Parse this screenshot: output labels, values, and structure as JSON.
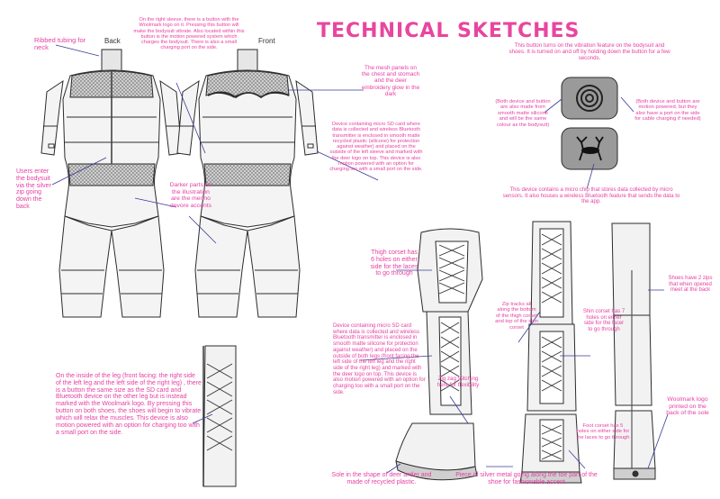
{
  "title": "TECHNICAL SKETCHES",
  "views": {
    "back": "Back",
    "front": "Front"
  },
  "notes": {
    "ribbed_tubing": "Ribbed tubing for neck",
    "right_sleeve": "On the right sleeve, there is a button with the Woolmark logo on it. Pressing this button will make the bodysuit vibrate. Also located within this button is the motion powered system which charges the bodysuit. There is also a small charging port on the side.",
    "mesh_panels": "The mesh panels on the chest and stomach and the deer embroidery glow in the dark",
    "device_sd_sleeve": "Device containing micro SD card where data is collected and wireless Bluetooth transmitter is enclosed in smooth matte recycled plastic (silicone) for protection against weather) and placed on the outside of the left sleeve and marked with the deer logo on top. This device is also motion powered with an option for charging too with a small port on the side.",
    "users_enter": "Users enter the bodysuit via the silver zip going down the back",
    "darker_parts": "Darker parts on the illustration are the merino devore accents",
    "vibration_button": "This button turns on the vibration feature on the bodysuit and shoes. It is turned on and off by holding down the button for a few seconds.",
    "both_devices_left": "(Both device and button are also made from smooth matte silicone and will be the same colour as the bodysuit)",
    "both_devices_right": "(Both device and button are motion powered, but they also have a port on the side for cable charging if needed)",
    "micro_chip": "This device contains a micro chip that stores data collected by micro sensors. It also houses a wireless Bluetooth feature that sends the data to the app.",
    "thigh_corset": "Thigh corset has 6 holes on either side for the laces to go through",
    "zip_tracks": "Zip tracks all along the bottom of the thigh corset and top of the shin corset",
    "shoes_2_zips": "Shoes have 2 zips that when opened meet at the back",
    "shin_corset": "Shin corset has 7 holes on either side for the lacer to go through",
    "device_sd_leg": "Device containing micro SD card where data is collected and wireless Bluetooth transmitter is enclosed in smooth matte silicone for protection against weather) and placed on the outside of both legs (front facing the left side of the left leg and the right side of the right leg) and marked with the deer logo on top. This device is also motion powered with an option for charging too with a small port on the side.",
    "zig_zag": "Zig zag stitching here for flexibility",
    "inside_leg": "On the inside of the leg (front facing: the right side of the left leg and the left side of the right leg) , there is a button the same size as the SD card and Bluetooth device on the other leg but is instead marked with the Woolmark logo. By pressing this button on both shoes, the shoes will begin to vibrate which will relax the muscles. This device is also motion powered with an option for charging too with a small port on the side.",
    "foot_corset": "Foot corset has 5 holes on either side for the laces to go through",
    "woolmark_sole": "Woolmark logo printed on the back of the sole",
    "sole_antler": "Sole in the shape of deer antler and made of recycled plastic.",
    "silver_metal": "Piece of silver metal going along the toe part of the shoe for fashionable accent"
  },
  "colors": {
    "accent": "#e63fa2",
    "line": "#2b2b2b",
    "fill": "#f4f4f4",
    "shade": "#d8d8d8",
    "dark": "#8a8a8a"
  }
}
